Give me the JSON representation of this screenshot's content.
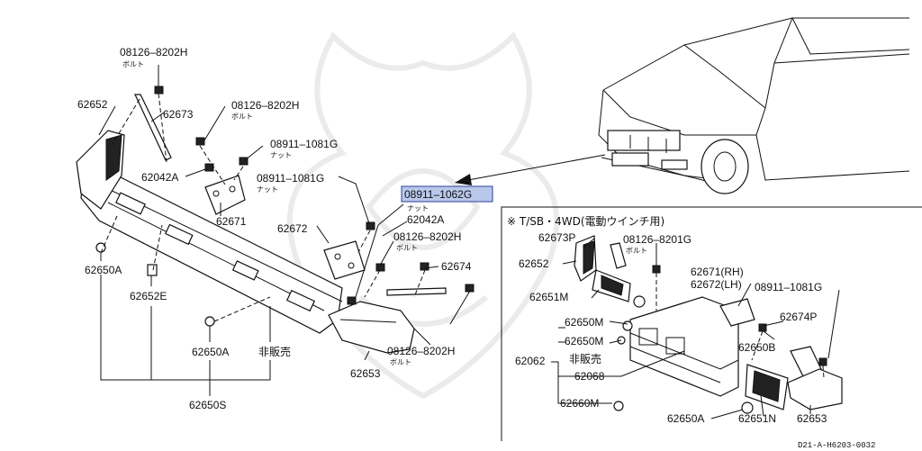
{
  "labels": {
    "bolt_top": "08126–8202H",
    "bolt_top_note": "ボルト",
    "p62652": "62652",
    "p62673": "62673",
    "bolt_mid": "08126–8202H",
    "bolt_mid_note": "ボルト",
    "nut_a": "08911–1081G",
    "nut_a_note": "ナット",
    "p62042A_1": "62042A",
    "nut_b": "08911–1081G",
    "nut_b_note": "ナット",
    "p62671": "62671",
    "p62672": "62672",
    "highlight": "08911–1062G",
    "highlight_note": "ナット",
    "p62042A_2": "62042A",
    "bolt_right": "08126–8202H",
    "bolt_right_note": "ボルト",
    "p62674": "62674",
    "p62650A_1": "62650A",
    "p62652E": "62652E",
    "p62650A_2": "62650A",
    "not_sold_1": "非販売",
    "bolt_low": "08126–8202H",
    "bolt_low_note": "ボルト",
    "p62653": "62653",
    "p62650S": "62650S"
  },
  "inset": {
    "title": "※ T/SB・4WD(電動ウインチ用)",
    "p62673P": "62673P",
    "bolt": "08126–8201G",
    "bolt_note": "ボルト",
    "p62652": "62652",
    "p62671": "62671(RH)",
    "p62672": "62672(LH)",
    "nut": "08911–1081G",
    "p62651M": "62651M",
    "p62674P": "62674P",
    "p62650M_1": "62650M",
    "p62650M_2": "62650M",
    "p62650B": "62650B",
    "p62062": "62062",
    "not_sold": "非販売",
    "p62068": "62068",
    "p62660M": "62660M",
    "p62650A": "62650A",
    "p62651N": "62651N",
    "p62653": "62653"
  },
  "diagram_code": "D21-A-H6203-0032",
  "colors": {
    "highlight_fill": "#b9c8ea",
    "highlight_border": "#2a3f9a"
  }
}
